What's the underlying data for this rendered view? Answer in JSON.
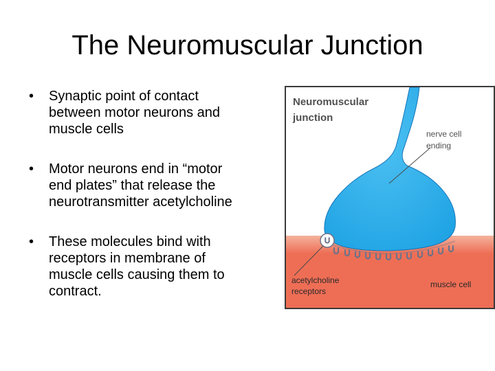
{
  "slide": {
    "title": "The Neuromuscular Junction",
    "bullet_marker": "•",
    "bullets": [
      {
        "lines": [
          "Synaptic point of contact",
          "between motor neurons and",
          "muscle cells"
        ]
      },
      {
        "lines": [
          "Motor neurons end in “motor",
          "end plates”  that release the",
          "neurotransmitter acetylcholine"
        ]
      },
      {
        "lines": [
          "These molecules bind with",
          "receptors in membrane of",
          "muscle cells causing them to",
          "contract."
        ]
      }
    ]
  },
  "figure": {
    "title_lines": [
      "Neuromuscular",
      "junction"
    ],
    "nerve_label_lines": [
      "nerve cell",
      "ending"
    ],
    "receptor_label_lines": [
      "acetylcholine",
      "receptors"
    ],
    "muscle_label": "muscle cell",
    "colors": {
      "nerve": "#1fa3e4",
      "nerve_dark": "#1474b8",
      "muscle_top": "#f5b29c",
      "muscle": "#ee6e55",
      "receptor": "#6f7288",
      "frame": "#3a3a3a"
    }
  }
}
